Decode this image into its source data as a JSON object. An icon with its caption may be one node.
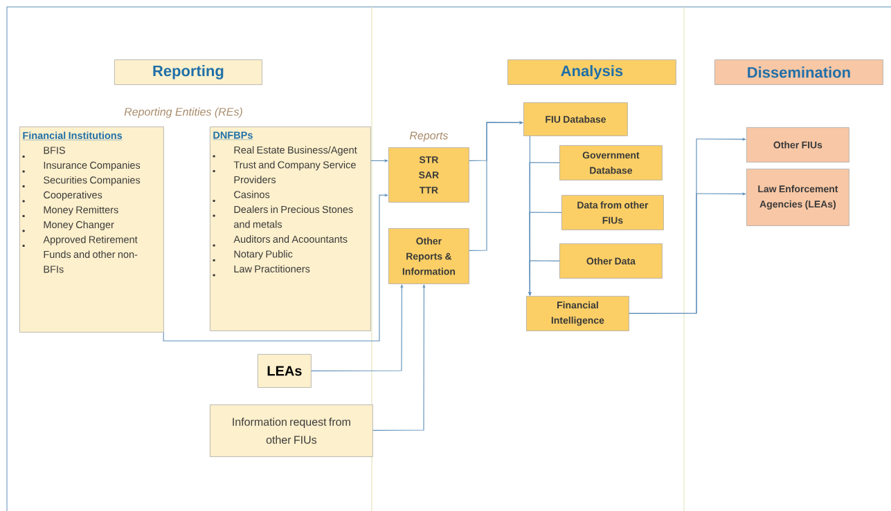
{
  "diagram": {
    "nodes": [
      {
        "text": [
          "Reporting"
        ]
      },
      {
        "text": [
          "Financial Institutions",
          "BFIS",
          "Insurance Companies",
          "Securities Companies",
          "Cooperatives",
          "Money Remitters",
          "Money Changer",
          "Approved Retirement Funds and other non-BFIs"
        ]
      },
      {
        "text": [
          "DNFBPs",
          "Real Estate Business/Agent",
          "Trust and Company Service Providers",
          "Casinos",
          "Dealers in Precious Stones and metals",
          "Auditors and Acoountants",
          "Notary Public",
          "Law Practitioners"
        ]
      },
      {
        "text": [
          "STR",
          "SAR",
          "TTR"
        ],
        "beside": [
          "Reports"
        ]
      },
      {
        "text": [
          "Other Reports & Information"
        ]
      },
      {
        "text": [
          "LEAs"
        ]
      },
      {
        "text": [
          "Information request from other FIUs"
        ]
      },
      {
        "text": [
          "Analysis"
        ]
      },
      {
        "text": [
          "FIU Database"
        ]
      },
      {
        "text": [
          "Government Database"
        ]
      },
      {
        "text": [
          "Data from other FIUs"
        ]
      },
      {
        "text": [
          "Other Data"
        ]
      },
      {
        "text": [
          "Financial Intelligence"
        ]
      },
      {
        "text": [
          "Dissemination"
        ]
      },
      {
        "text": [
          "Other FIUs"
        ]
      },
      {
        "text": [
          "Law Enforcement Agencies (LEAs)"
        ]
      }
    ],
    "edges": [
      {
        "from": 1,
        "to": 3,
        "arrow": "to"
      },
      {
        "from": 2,
        "to": 3,
        "arrow": "to"
      },
      {
        "from": 3,
        "to": 8,
        "arrow": "to"
      },
      {
        "from": 4,
        "to": 8,
        "arrow": "to"
      },
      {
        "from": 5,
        "to": 4,
        "arrow": "to"
      },
      {
        "from": 6,
        "to": 4,
        "arrow": "to"
      },
      {
        "from": 8,
        "to": 12,
        "arrow": "to"
      },
      {
        "from": 9,
        "to": 12,
        "arrow": "to"
      },
      {
        "from": 10,
        "to": 12,
        "arrow": "to"
      },
      {
        "from": 11,
        "to": 12,
        "arrow": "to"
      },
      {
        "from": 12,
        "to": 14,
        "arrow": "to"
      },
      {
        "from": 12,
        "to": 15,
        "arrow": "to"
      }
    ],
    "labels": [
      "Reporting Entities (REs)"
    ]
  }
}
